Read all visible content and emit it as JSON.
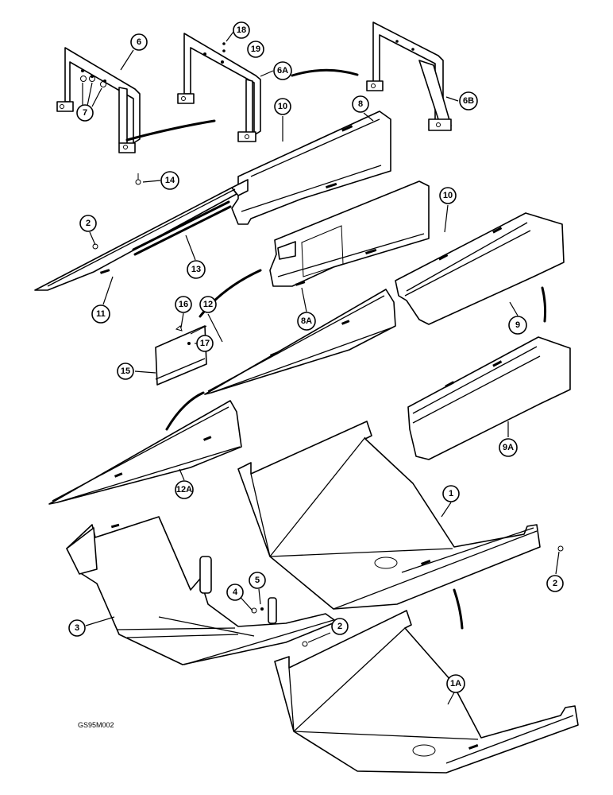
{
  "drawing_code": "GS95M002",
  "callouts": [
    {
      "id": "c6",
      "label": "6"
    },
    {
      "id": "c7",
      "label": "7"
    },
    {
      "id": "c14",
      "label": "14"
    },
    {
      "id": "c18",
      "label": "18"
    },
    {
      "id": "c19",
      "label": "19"
    },
    {
      "id": "c6a",
      "label": "6A"
    },
    {
      "id": "c6b",
      "label": "6B"
    },
    {
      "id": "c10a",
      "label": "10"
    },
    {
      "id": "c8",
      "label": "8"
    },
    {
      "id": "c10b",
      "label": "10"
    },
    {
      "id": "c2a",
      "label": "2"
    },
    {
      "id": "c13",
      "label": "13"
    },
    {
      "id": "c11",
      "label": "11"
    },
    {
      "id": "c8a",
      "label": "8A"
    },
    {
      "id": "c9",
      "label": "9"
    },
    {
      "id": "c16",
      "label": "16"
    },
    {
      "id": "c12",
      "label": "12"
    },
    {
      "id": "c17",
      "label": "17"
    },
    {
      "id": "c15",
      "label": "15"
    },
    {
      "id": "c9a",
      "label": "9A"
    },
    {
      "id": "c12a",
      "label": "12A"
    },
    {
      "id": "c1",
      "label": "1"
    },
    {
      "id": "c2b",
      "label": "2"
    },
    {
      "id": "c5",
      "label": "5"
    },
    {
      "id": "c4",
      "label": "4"
    },
    {
      "id": "c3",
      "label": "3"
    },
    {
      "id": "c2c",
      "label": "2"
    },
    {
      "id": "c1a",
      "label": "1A"
    }
  ]
}
